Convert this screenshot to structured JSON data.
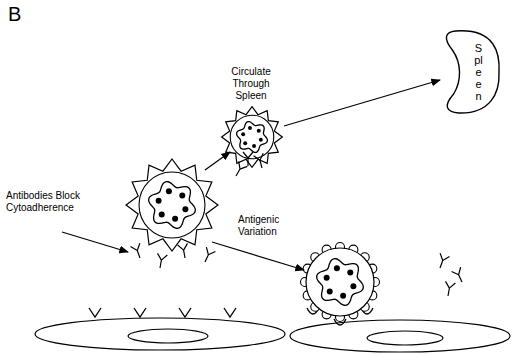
{
  "diagram": {
    "nodes": [
      {
        "text": [
          "Spleen"
        ]
      }
    ],
    "labels": [
      "B",
      "Antibodies Block Cytoadherence",
      "Circulate Through Spleen",
      "Antigenic Variation"
    ]
  }
}
